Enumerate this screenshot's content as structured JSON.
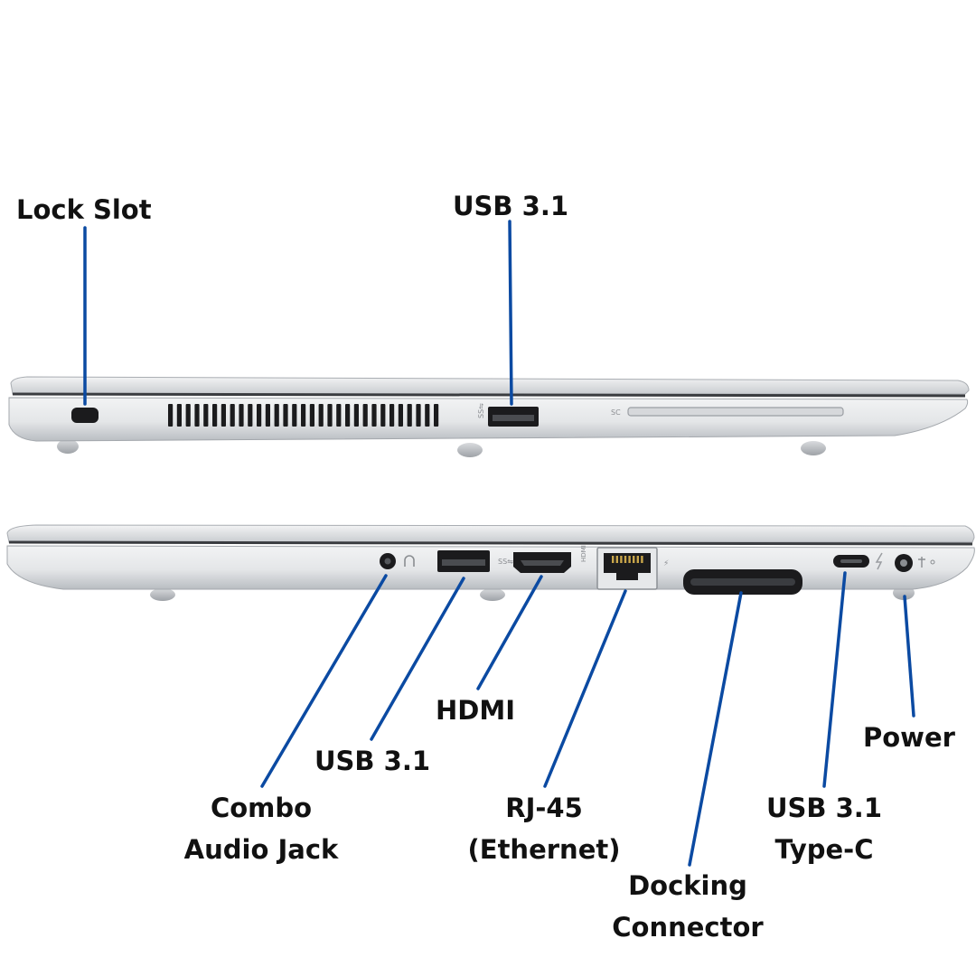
{
  "colors": {
    "leader": "#0b4aa2",
    "label_text": "#111111",
    "chassis_light": "#eef0f2",
    "chassis_dark": "#b8bcc1",
    "port_black": "#1b1b1d"
  },
  "top_view": {
    "labels": {
      "lock_slot": "Lock Slot",
      "usb_a": "USB 3.1"
    },
    "markings": {
      "smart_card": "SC"
    }
  },
  "bottom_view": {
    "labels": {
      "audio_line1": "Combo",
      "audio_line2": "Audio Jack",
      "usb_a": "USB 3.1",
      "hdmi": "HDMI",
      "rj45_line1": "RJ-45",
      "rj45_line2": "(Ethernet)",
      "dock_line1": "Docking",
      "dock_line2": "Connector",
      "usbc_line1": "USB 3.1",
      "usbc_line2": "Type-C",
      "power": "Power"
    }
  }
}
